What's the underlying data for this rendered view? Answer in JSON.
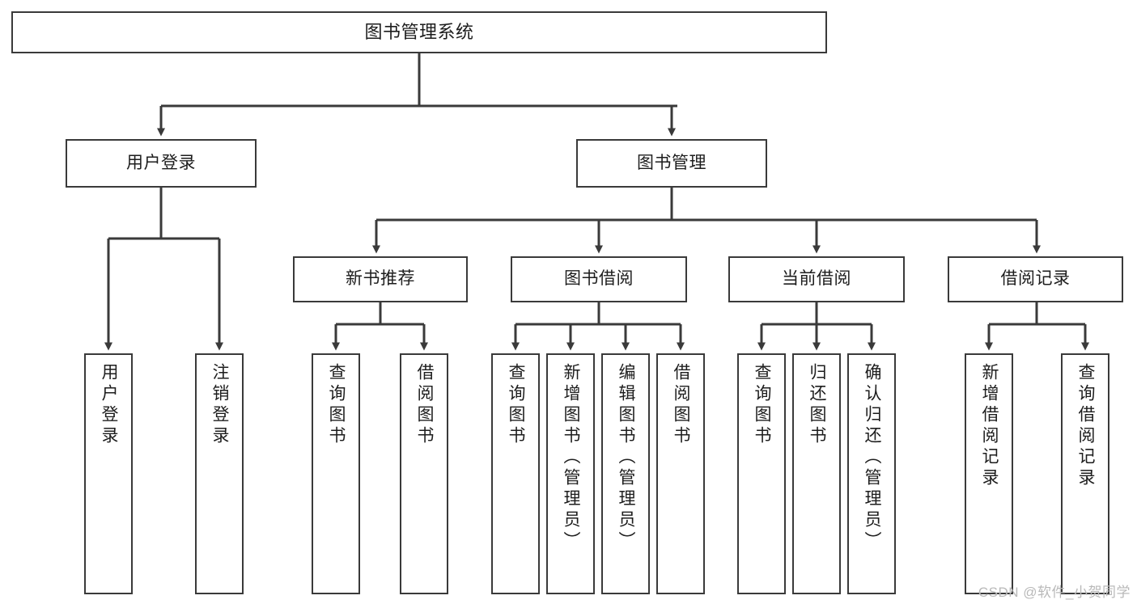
{
  "diagram": {
    "type": "tree",
    "title": "图书管理系统",
    "orientation": "top-down",
    "line_color": "#3a3a3a",
    "box_fill": "#ffffff",
    "text_color": "#1d1d1d",
    "nodes": {
      "root": {
        "label": "图书管理系统",
        "level": 1
      },
      "l2_user_login": {
        "label": "用户登录",
        "level": 2
      },
      "l2_book_manage": {
        "label": "图书管理",
        "level": 2
      },
      "l3_new_book": {
        "label": "新书推荐",
        "level": 3
      },
      "l3_borrow_book": {
        "label": "图书借阅",
        "level": 3
      },
      "l3_current_loan": {
        "label": "当前借阅",
        "level": 3
      },
      "l3_loan_record": {
        "label": "借阅记录",
        "level": 3
      },
      "leaf_user_login": {
        "label": "用户登录",
        "level": 4
      },
      "leaf_logout": {
        "label": "注销登录",
        "level": 4
      },
      "leaf_query_book_a": {
        "label": "查询图书",
        "level": 4
      },
      "leaf_borrow_book_a": {
        "label": "借阅图书",
        "level": 4
      },
      "leaf_query_book_b": {
        "label": "查询图书",
        "level": 4
      },
      "leaf_add_book": {
        "label": "新增图书（管理员）",
        "level": 4
      },
      "leaf_edit_book": {
        "label": "编辑图书（管理员）",
        "level": 4
      },
      "leaf_borrow_book_b": {
        "label": "借阅图书",
        "level": 4
      },
      "leaf_query_book_c": {
        "label": "查询图书",
        "level": 4
      },
      "leaf_return_book": {
        "label": "归还图书",
        "level": 4
      },
      "leaf_confirm_return": {
        "label": "确认归还（管理员）",
        "level": 4
      },
      "leaf_add_record": {
        "label": "新增借阅记录",
        "level": 4
      },
      "leaf_query_record": {
        "label": "查询借阅记录",
        "level": 4
      }
    },
    "edges": [
      {
        "from": "root",
        "to": "l2_user_login"
      },
      {
        "from": "root",
        "to": "l2_book_manage"
      },
      {
        "from": "l2_user_login",
        "to": "leaf_user_login"
      },
      {
        "from": "l2_user_login",
        "to": "leaf_logout"
      },
      {
        "from": "l2_book_manage",
        "to": "l3_new_book"
      },
      {
        "from": "l2_book_manage",
        "to": "l3_borrow_book"
      },
      {
        "from": "l2_book_manage",
        "to": "l3_current_loan"
      },
      {
        "from": "l2_book_manage",
        "to": "l3_loan_record"
      },
      {
        "from": "l3_new_book",
        "to": "leaf_query_book_a"
      },
      {
        "from": "l3_new_book",
        "to": "leaf_borrow_book_a"
      },
      {
        "from": "l3_borrow_book",
        "to": "leaf_query_book_b"
      },
      {
        "from": "l3_borrow_book",
        "to": "leaf_add_book"
      },
      {
        "from": "l3_borrow_book",
        "to": "leaf_edit_book"
      },
      {
        "from": "l3_borrow_book",
        "to": "leaf_borrow_book_b"
      },
      {
        "from": "l3_current_loan",
        "to": "leaf_query_book_c"
      },
      {
        "from": "l3_current_loan",
        "to": "leaf_return_book"
      },
      {
        "from": "l3_current_loan",
        "to": "leaf_confirm_return"
      },
      {
        "from": "l3_loan_record",
        "to": "leaf_add_record"
      },
      {
        "from": "l3_loan_record",
        "to": "leaf_query_record"
      }
    ]
  },
  "watermark": {
    "text": "CSDN @软件_小贺同学"
  }
}
